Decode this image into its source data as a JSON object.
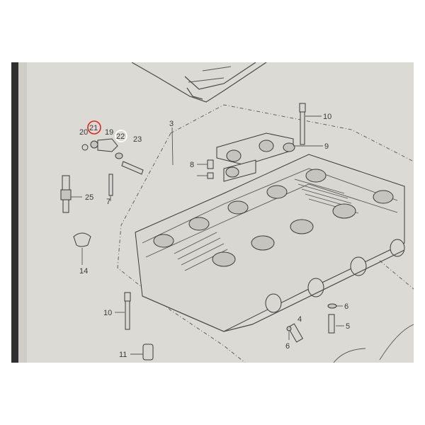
{
  "labels": {
    "l20": "20",
    "l21": "21",
    "l19": "19",
    "l22": "22",
    "l23": "23",
    "l3": "3",
    "l10a": "10",
    "l9": "9",
    "l8": "8",
    "l25": "25",
    "l7": "7",
    "l14": "14",
    "l10b": "10",
    "l11": "11",
    "l6a": "6",
    "l4": "4",
    "l5": "5",
    "l6b": "6"
  },
  "highlights": {
    "red": "#e0261b",
    "white": "#ffffff"
  }
}
